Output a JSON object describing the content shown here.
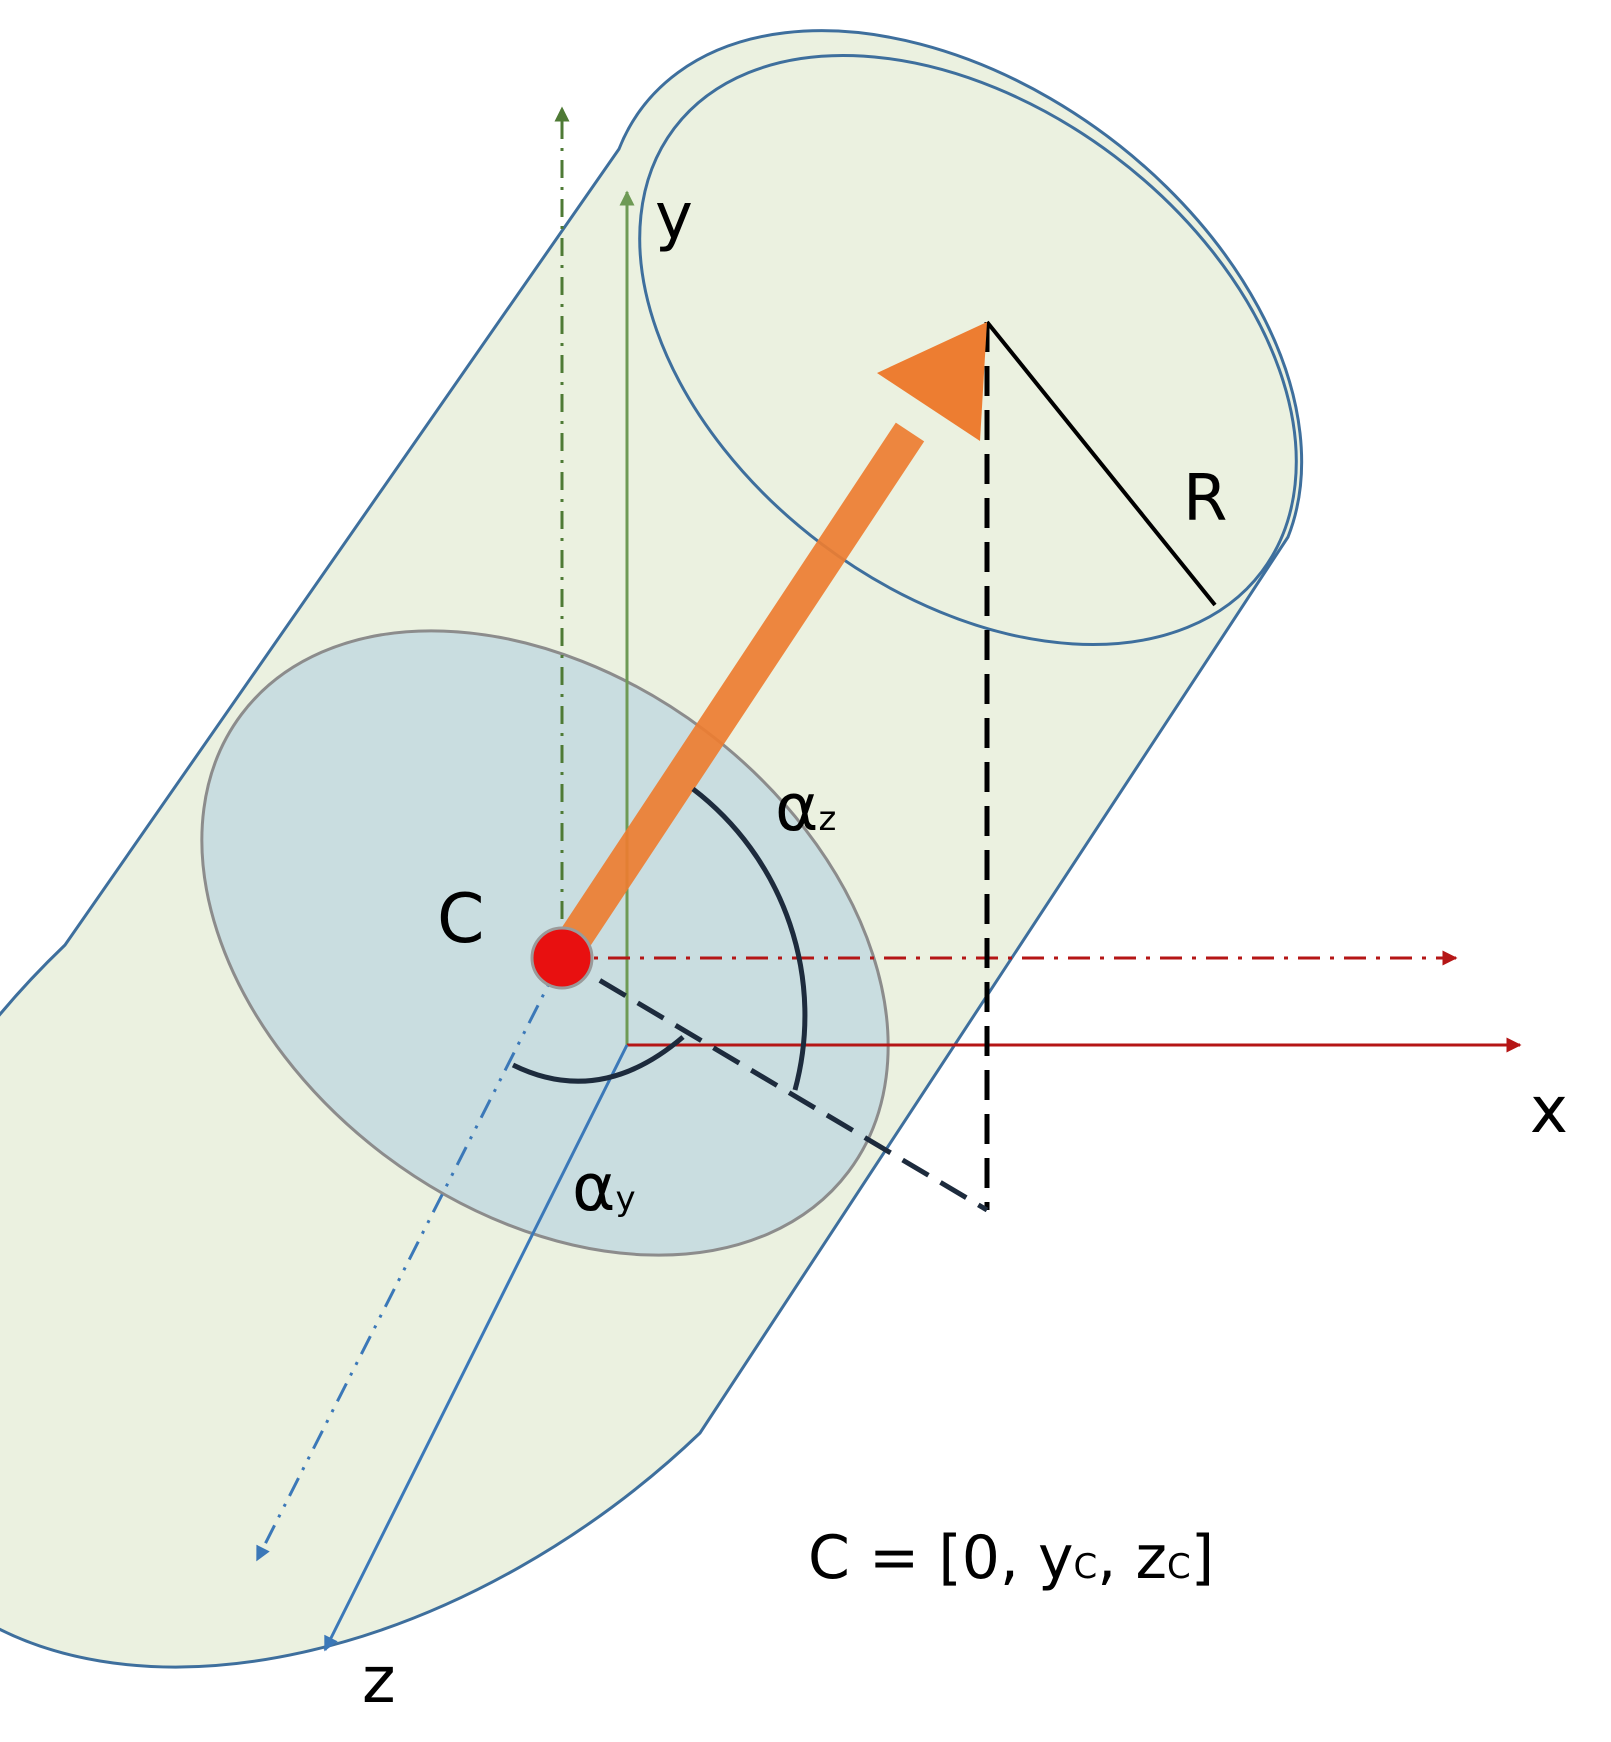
{
  "labels": {
    "y_axis": "y",
    "x_axis": "x",
    "z_axis": "z",
    "center": "C",
    "radius": "R",
    "alpha_z": "α",
    "alpha_z_sub": "z",
    "alpha_y": "α",
    "alpha_y_sub": "y",
    "center_def": {
      "prefix": "C = [0, y",
      "sub1": "C",
      "mid": ", z",
      "sub2": "C",
      "suffix": "]"
    }
  },
  "colors": {
    "cylinder_fill": "#ebf1e0",
    "cylinder_stroke": "#3e6f9d",
    "face_fill": "#c5dbe0",
    "face_stroke": "#8c8c8c",
    "y_axis": "#6e9a55",
    "y_axis_shifted": "#4e7a35",
    "x_axis": "#b51616",
    "z_axis": "#3b78b8",
    "vector": "#ed7d31",
    "center_point": "#e81010",
    "angle_arc": "#1d2b3d",
    "construction": "#000000"
  }
}
